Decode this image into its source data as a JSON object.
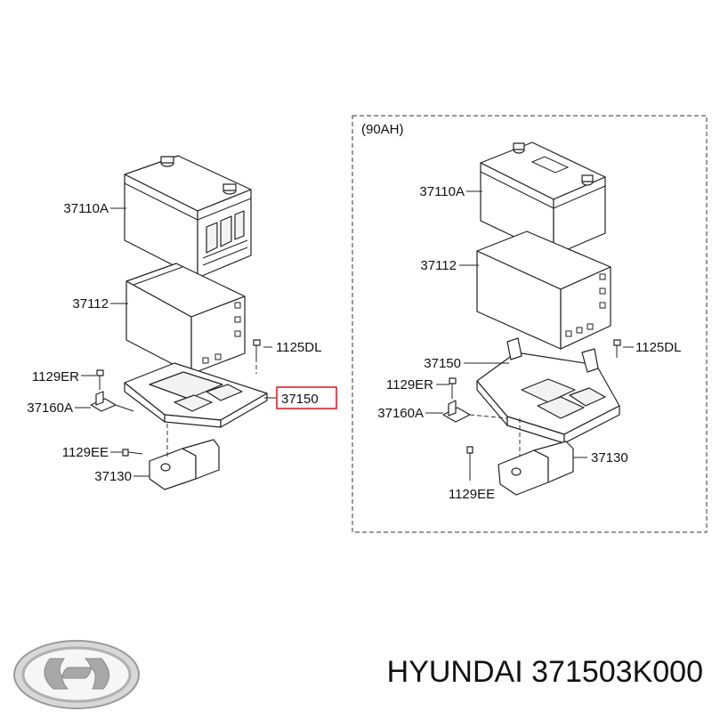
{
  "variant_label": "(90AH)",
  "left_labels": {
    "battery": "37110A",
    "battery_case": "37112",
    "bolt_top": "1125DL",
    "tray": "37150",
    "bolt_er": "1129ER",
    "clamp": "37160A",
    "bolt_ee": "1129EE",
    "bracket": "37130"
  },
  "right_labels": {
    "battery": "37110A",
    "battery_case": "37112",
    "bolt_top": "1125DL",
    "tray": "37150",
    "bolt_er": "1129ER",
    "clamp": "37160A",
    "bracket": "37130",
    "bolt_ee": "1129EE"
  },
  "footer": {
    "brand": "HYUNDAI",
    "part_number": "371503K000"
  },
  "icons": {
    "logo": "hyundai-logo-icon"
  },
  "colors": {
    "highlight": "#e0202a",
    "logo": "#b0b0b0"
  }
}
